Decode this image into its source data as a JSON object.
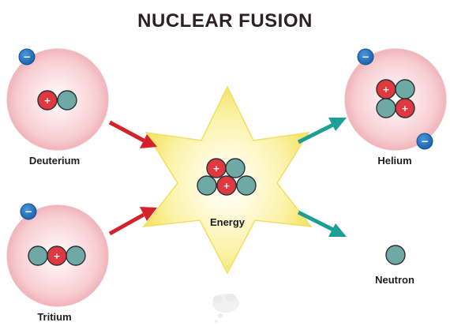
{
  "title": "NUCLEAR FUSION",
  "labels": {
    "deuterium": "Deuterium",
    "tritium": "Tritium",
    "energy": "Energy",
    "helium": "Helium",
    "neutron": "Neutron"
  },
  "signs": {
    "proton": "+",
    "electron": "−"
  },
  "colors": {
    "title": "#2d2126",
    "atom_glow": "#f4c0c4",
    "proton": "#e0383f",
    "neutron": "#6fa9a6",
    "electron": "#2778c4",
    "input_arrow": "#d3222a",
    "output_arrow": "#1c9f95",
    "star": "#f7ec82"
  }
}
